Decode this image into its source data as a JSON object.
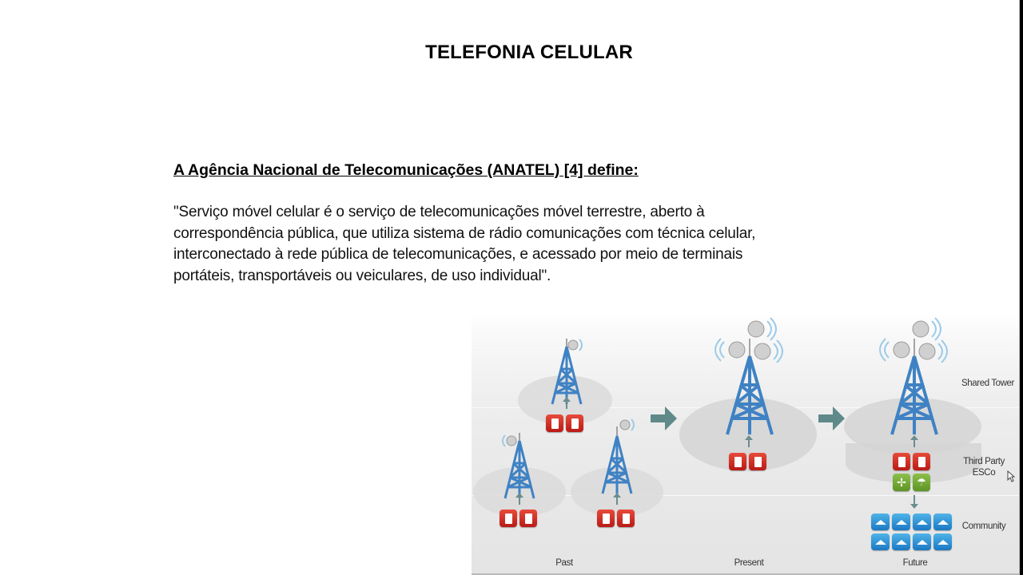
{
  "slide": {
    "title": "TELEFONIA CELULAR",
    "subtitle": "A Agência Nacional de Telecomunicações (ANATEL) [4] define:",
    "quote_lines": [
      "\"Serviço móvel celular é o serviço de telecomunicações móvel terrestre,  aberto à",
      "correspondência pública, que utiliza sistema de rádio comunicações com técnica celular,",
      "interconectado à rede pública de telecomunicações, e acessado por meio de terminais",
      "portáteis, transportáveis ou veiculares, de uso individual\"."
    ]
  },
  "diagram": {
    "stage_labels": [
      "Past",
      "Present",
      "Future"
    ],
    "row_labels": {
      "shared_tower": "Shared Tower",
      "third_party": "Third Party",
      "esco": "ESCo",
      "community": "Community"
    },
    "colors": {
      "tower": "#3a7cc0",
      "power_box": "#d32d22",
      "renewable_box": "#74aa38",
      "house_box": "#2e93d6",
      "arrow": "#5f8a89"
    }
  }
}
